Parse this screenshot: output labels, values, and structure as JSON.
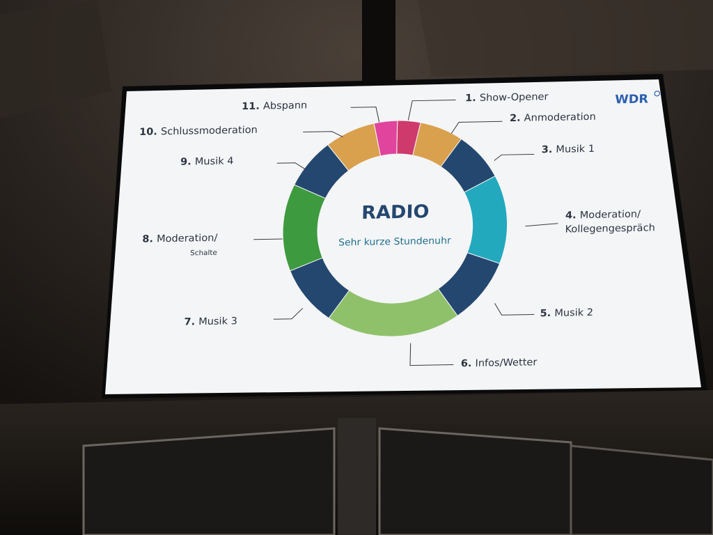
{
  "slide": {
    "logo": "WDR",
    "center_title": "RADIO",
    "center_subtitle": "Sehr kurze Stundenuhr"
  },
  "clock_segments": [
    {
      "num": "1.",
      "label_lines": [
        "Show-Opener"
      ],
      "color": "#cf3a6c"
    },
    {
      "num": "2.",
      "label_lines": [
        "Anmoderation"
      ],
      "color": "#d9a04e"
    },
    {
      "num": "3.",
      "label_lines": [
        "Musik 1"
      ],
      "color": "#24476f"
    },
    {
      "num": "4.",
      "label_lines": [
        "Moderation/",
        "Kollegengespräch"
      ],
      "color": "#22a9bd"
    },
    {
      "num": "5.",
      "label_lines": [
        "Musik 2"
      ],
      "color": "#24476f"
    },
    {
      "num": "6.",
      "label_lines": [
        "Infos/Wetter"
      ],
      "color": "#8fc16b"
    },
    {
      "num": "7.",
      "label_lines": [
        "Musik 3"
      ],
      "color": "#24476f"
    },
    {
      "num": "8.",
      "label_lines": [
        "Moderation/",
        "Schalte"
      ],
      "color": "#3e9a3f"
    },
    {
      "num": "9.",
      "label_lines": [
        "Musik 4"
      ],
      "color": "#24476f"
    },
    {
      "num": "10.",
      "label_lines": [
        "Schlussmoderation"
      ],
      "color": "#d9a04e"
    },
    {
      "num": "11.",
      "label_lines": [
        "Abspann"
      ],
      "color": "#e0449d"
    }
  ],
  "colors": {
    "slide_bg": "#f4f5f7",
    "title": "#24476f",
    "subtitle": "#1e6f8f",
    "leader_line": "#3a3a3a",
    "logo": "#2d5fb0"
  }
}
